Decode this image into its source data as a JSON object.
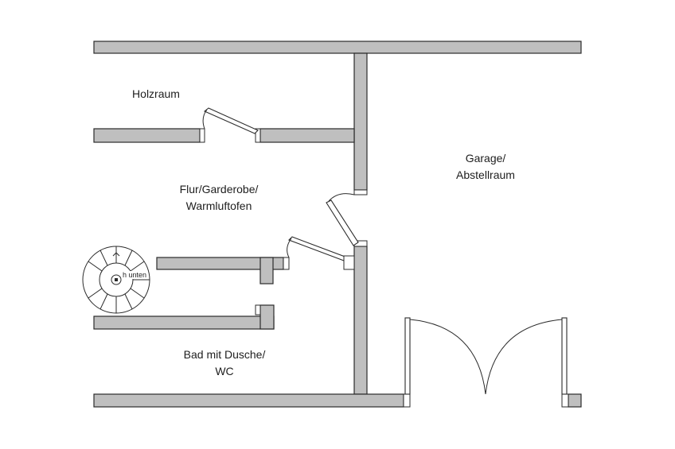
{
  "rooms": {
    "holzraum": "Holzraum",
    "flur_line1": "Flur/Garderobe/",
    "flur_line2": "Warmluftofen",
    "garage_line1": "Garage/",
    "garage_line2": "Abstellraum",
    "bad_line1": "Bad mit Dusche/",
    "bad_line2": "WC"
  },
  "stair": {
    "label": "h unten"
  },
  "colors": {
    "wall_fill": "#bfbfbf",
    "line": "#2b2b2b",
    "background": "#ffffff"
  }
}
